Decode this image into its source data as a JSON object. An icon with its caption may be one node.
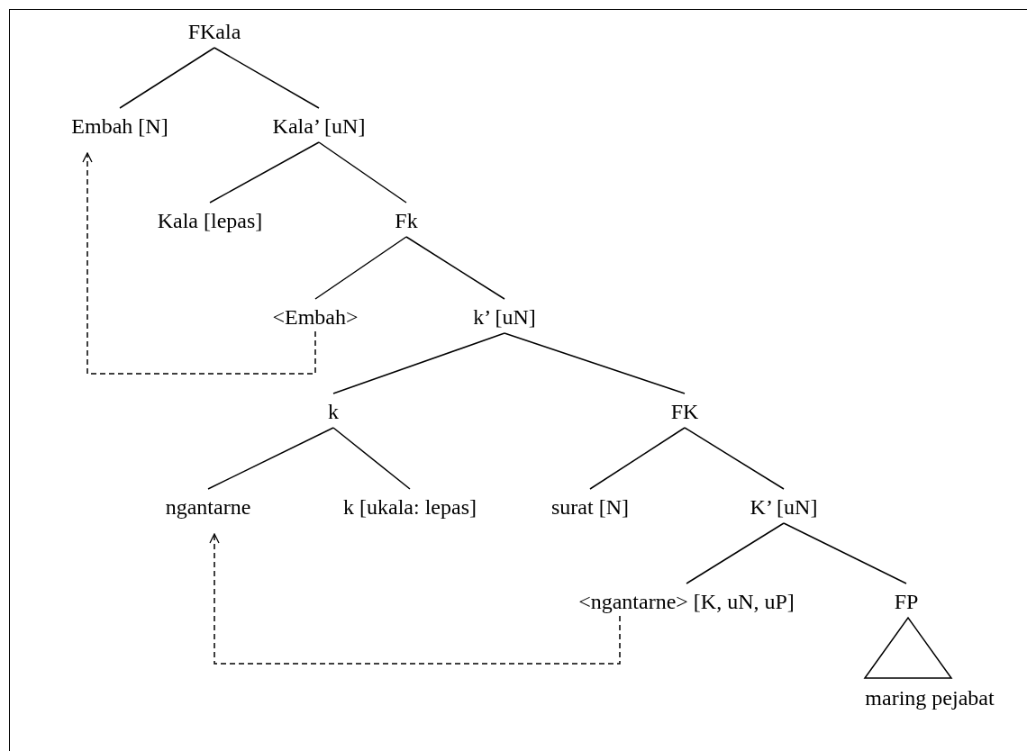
{
  "diagram": {
    "nodes": [
      {
        "text": [
          "FKala"
        ]
      },
      {
        "text": [
          "Embah [N]"
        ]
      },
      {
        "text": [
          "Kala’ [uN]"
        ]
      },
      {
        "text": [
          "Kala [lepas]"
        ]
      },
      {
        "text": [
          "Fk"
        ]
      },
      {
        "text": [
          "<Embah>"
        ]
      },
      {
        "text": [
          "k’ [uN]"
        ]
      },
      {
        "text": [
          "k"
        ]
      },
      {
        "text": [
          "FK"
        ]
      },
      {
        "text": [
          "ngantarne"
        ]
      },
      {
        "text": [
          "k [ukala: lepas]"
        ]
      },
      {
        "text": [
          "surat [N]"
        ]
      },
      {
        "text": [
          "K’ [uN]"
        ]
      },
      {
        "text": [
          "<ngantarne> [K, uN, uP]"
        ]
      },
      {
        "text": [
          "FP"
        ]
      },
      {
        "text": [
          "maring pejabat"
        ]
      }
    ],
    "edges": [
      {
        "from": 0,
        "to": 1,
        "arrow": "none"
      },
      {
        "from": 0,
        "to": 2,
        "arrow": "none"
      },
      {
        "from": 2,
        "to": 3,
        "arrow": "none"
      },
      {
        "from": 2,
        "to": 4,
        "arrow": "none"
      },
      {
        "from": 4,
        "to": 5,
        "arrow": "none"
      },
      {
        "from": 4,
        "to": 6,
        "arrow": "none"
      },
      {
        "from": 6,
        "to": 7,
        "arrow": "none"
      },
      {
        "from": 6,
        "to": 8,
        "arrow": "none"
      },
      {
        "from": 7,
        "to": 9,
        "arrow": "none"
      },
      {
        "from": 7,
        "to": 10,
        "arrow": "none"
      },
      {
        "from": 8,
        "to": 11,
        "arrow": "none"
      },
      {
        "from": 8,
        "to": 12,
        "arrow": "none"
      },
      {
        "from": 12,
        "to": 13,
        "arrow": "none"
      },
      {
        "from": 12,
        "to": 14,
        "arrow": "none"
      },
      {
        "from": 14,
        "to": 15,
        "arrow": "none"
      },
      {
        "from": 5,
        "to": 1,
        "arrow": "to",
        "style": "dashed"
      },
      {
        "from": 13,
        "to": 9,
        "arrow": "to",
        "style": "dashed"
      }
    ]
  }
}
